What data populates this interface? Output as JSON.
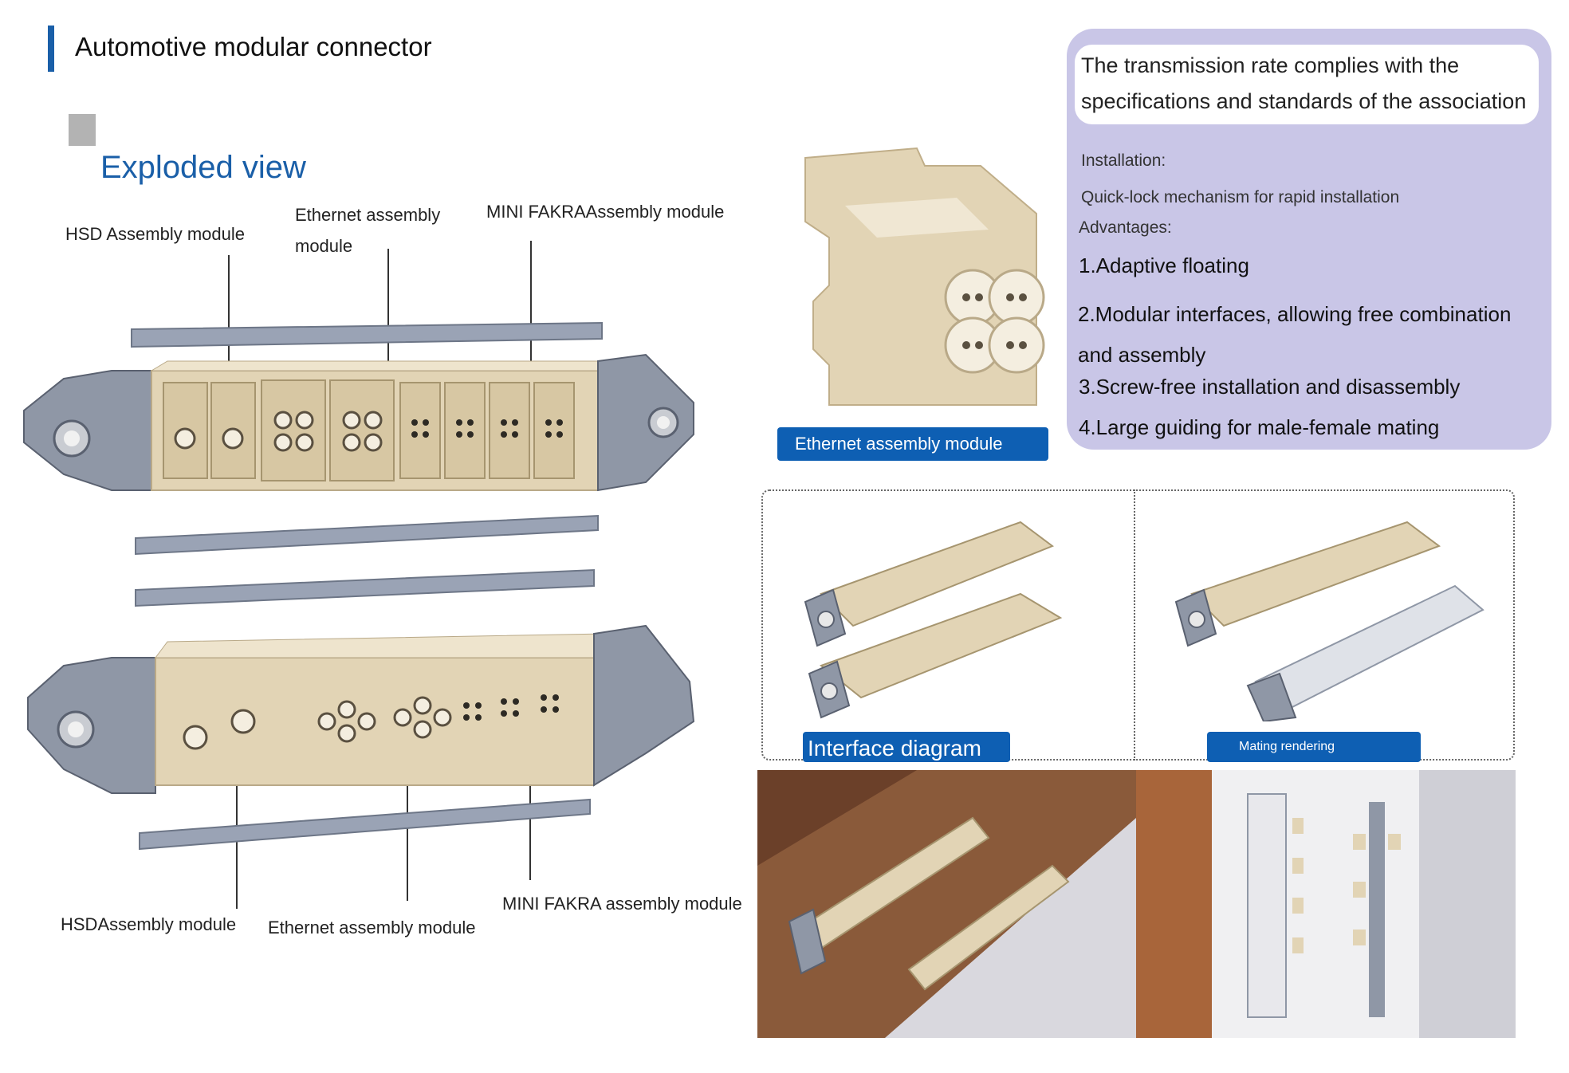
{
  "page": {
    "title": "Automotive modular connector",
    "section_title": "Exploded view"
  },
  "exploded_view_labels": {
    "top_hsd": "HSD Assembly module",
    "top_ethernet": "Ethernet assembly module",
    "top_mini_fakra": "MINI FAKRAAssembly module",
    "bottom_hsd": "HSDAssembly module",
    "bottom_ethernet": "Ethernet assembly module",
    "bottom_mini_fakra": "MINI FAKRA assembly module"
  },
  "info_panel": {
    "headline": "The transmission rate complies with the specifications and standards of the association",
    "installation_heading": "Installation:",
    "installation_text": "Quick-lock mechanism for rapid installation",
    "advantages_heading": "Advantages:",
    "advantages": [
      "1.Adaptive floating",
      "2.Modular interfaces, allowing free combination and assembly",
      "3.Screw-free installation and disassembly",
      "4.Large guiding for male-female mating"
    ]
  },
  "captions": {
    "ethernet_module": "Ethernet assembly module",
    "interface_diagram": "Interface diagram",
    "mating_rendering": "Mating rendering"
  },
  "colors": {
    "accent_blue": "#1a5fa8",
    "tag_blue": "#0e5fb3",
    "panel_lavender": "#c9c6e7",
    "connector_beige": "#e2d4b5",
    "frame_grey": "#8f97a6"
  }
}
